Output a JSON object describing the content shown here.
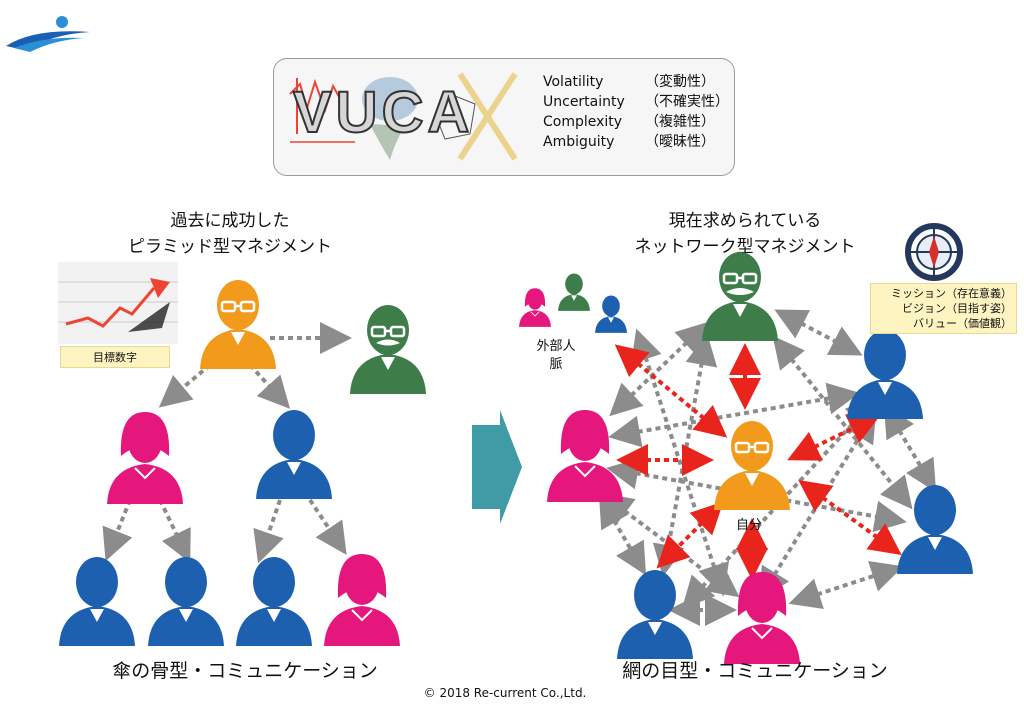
{
  "vuca": {
    "logo_text": "VUCA",
    "items": [
      {
        "en": "Volatility",
        "ja": "（変動性）"
      },
      {
        "en": "Uncertainty",
        "ja": "（不確実性）"
      },
      {
        "en": "Complexity",
        "ja": "（複雑性）"
      },
      {
        "en": "Ambiguity",
        "ja": "（曖昧性）"
      }
    ]
  },
  "left": {
    "title_line1": "過去に成功した",
    "title_line2": "ピラミッド型マネジメント",
    "target_label": "目標数字",
    "caption": "傘の骨型・コミュニケーション"
  },
  "right": {
    "title_line1": "現在求められている",
    "title_line2": "ネットワーク型マネジメント",
    "external_line1": "外部人",
    "external_line2": "脈",
    "self_label": "自分",
    "values_line1": "ミッション（存在意義）",
    "values_line2": "ビジョン（目指す姿）",
    "values_line3": "バリュー（価値観）",
    "caption": "網の目型・コミュニケーション"
  },
  "copyright": "© 2018 Re-current Co.,Ltd.",
  "colors": {
    "orange": "#f29a1b",
    "green": "#3e7d4a",
    "pink": "#e5177d",
    "blue": "#1d60b0",
    "arrow_gray": "#8c8c8c",
    "arrow_red": "#e8241d",
    "teal": "#3f9ba5"
  }
}
